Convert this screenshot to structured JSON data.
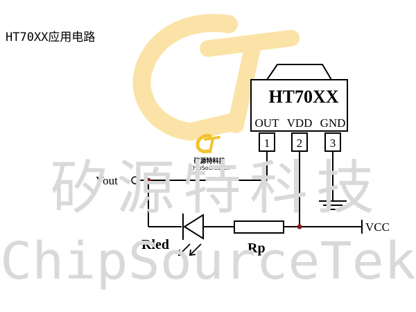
{
  "title": "HT70XX应用电路",
  "ic": {
    "name": "HT70XX",
    "pins": [
      {
        "name": "OUT",
        "number": "1"
      },
      {
        "name": "VDD",
        "number": "2"
      },
      {
        "name": "GND",
        "number": "3"
      }
    ]
  },
  "labels": {
    "vout": "Vout",
    "vcc": "VCC",
    "led": "Rled",
    "resistor": "Rp"
  },
  "logo": {
    "cn": "矽源特科技",
    "en": "ChipSourceTek"
  },
  "watermark": {
    "cn": "矽源特科技",
    "en": "ChipSourceTek"
  },
  "colors": {
    "line": "#000000",
    "junction": "#8b1a1a",
    "watermark_text": "#d9d9d9",
    "watermark_logo": "#fbe3a8",
    "logo_yellow": "#f2c230"
  }
}
